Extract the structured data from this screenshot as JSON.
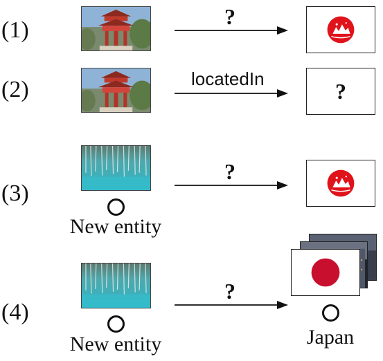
{
  "rows": [
    {
      "id": "(1)",
      "relation": "?"
    },
    {
      "id": "(2)",
      "relation": "locatedIn",
      "target": "?"
    },
    {
      "id": "(3)",
      "relation": "?",
      "entity": "New entity"
    },
    {
      "id": "(4)",
      "relation": "?",
      "entity": "New entity",
      "target": "Japan"
    }
  ],
  "colors": {
    "flag_red": "#c8102e",
    "stamp_red": "#e0131b",
    "pagoda_red": "#c0392b",
    "pond_teal": "#3fb3c0"
  },
  "icons": [
    "pagoda-image",
    "japan-stamp-icon",
    "pond-image",
    "japan-flag-icon",
    "city-photo"
  ]
}
